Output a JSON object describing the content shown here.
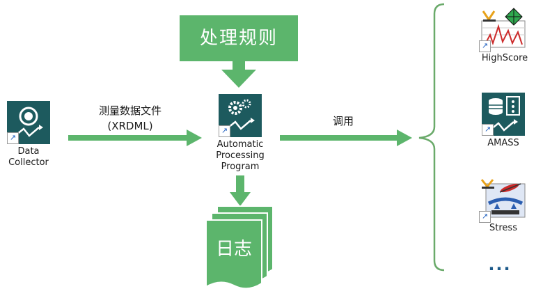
{
  "rules_box": {
    "label": "处理规则"
  },
  "data_collector": {
    "label_line1": "Data",
    "label_line2": "Collector",
    "icon": "target-arrow-icon"
  },
  "flow_label_measure": {
    "line1": "测量数据文件",
    "line2": "(XRDML)"
  },
  "processing_program": {
    "label_line1": "Automatic",
    "label_line2": "Processing",
    "label_line3": "Program",
    "icon": "gears-icon"
  },
  "flow_label_call": "调用",
  "log_doc": {
    "label": "日志"
  },
  "tools": [
    {
      "label": "HighScore",
      "icon": "highscore-icon"
    },
    {
      "label": "AMASS",
      "icon": "amass-icon"
    },
    {
      "label": "Stress",
      "icon": "stress-icon"
    }
  ],
  "ellipsis": "...",
  "colors": {
    "green": "#5cb56c",
    "teal": "#1d5a5e",
    "brace": "#6aaa6a"
  }
}
